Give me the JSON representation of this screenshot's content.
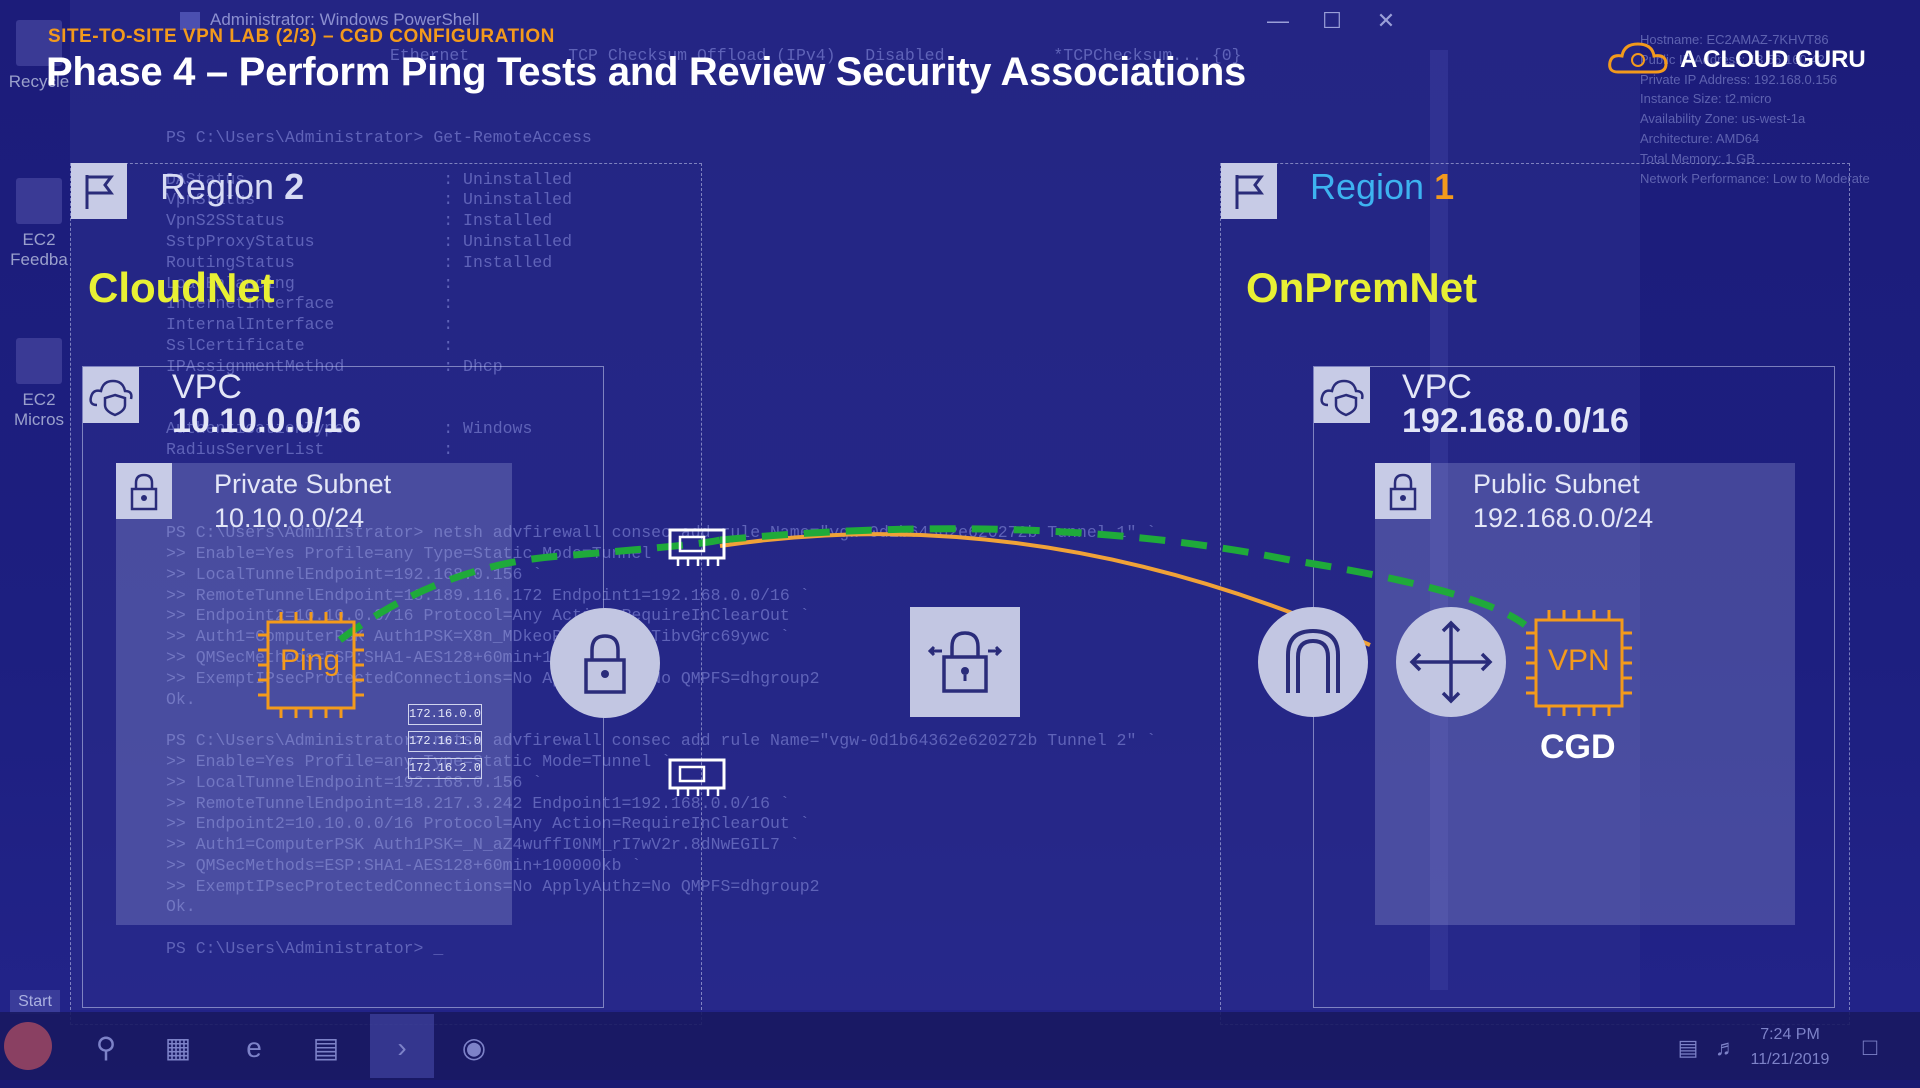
{
  "desktop": {
    "icons": [
      {
        "label": "Recycle"
      },
      {
        "label": "EC2 Feedba"
      },
      {
        "label": "EC2 Micros"
      }
    ],
    "start_label": "Start"
  },
  "powershell": {
    "title": "Administrator: Windows PowerShell",
    "header_fragment": "Ethernet          TCP Checksum Offload (IPv4)   Disabled           *TCPChecksum... {0}",
    "lines": [
      "PS C:\\Users\\Administrator> Get-RemoteAccess",
      "",
      "DAStatus                    : Uninstalled",
      "VpnStatus                   : Uninstalled",
      "VpnS2SStatus                : Installed",
      "SstpProxyStatus             : Uninstalled",
      "RoutingStatus               : Installed",
      "LoadBalancing               :",
      "InternetInterface           :",
      "InternalInterface           :",
      "SslCertificate              :",
      "IPAssignmentMethod          : Dhcp",
      "",
      "",
      "AuthenticationType          : Windows",
      "RadiusServerList            :",
      "",
      "",
      "",
      "PS C:\\Users\\Administrator> netsh advfirewall consec add rule Name=\"vgw-0d1b64362e620272b Tunnel 1\" `",
      ">> Enable=Yes Profile=any Type=Static Mode=Tunnel `",
      ">> LocalTunnelEndpoint=192.168.0.156 `",
      ">> RemoteTunnelEndpoint=18.189.116.172 Endpoint1=192.168.0.0/16 `",
      ">> Endpoint2=10.10.0.0/16 Protocol=Any Action=RequireInClearOut `",
      ">> Auth1=ComputerPSK Auth1PSK=X8n_MDkeoPvJ1yWd6k5TibvGrc69ywc `",
      ">> QMSecMethods=ESP:SHA1-AES128+60min+100000kb `",
      ">> ExemptIPsecProtectedConnections=No ApplyAuthz=No QMPFS=dhgroup2",
      "Ok.",
      "",
      "PS C:\\Users\\Administrator> netsh advfirewall consec add rule Name=\"vgw-0d1b64362e620272b Tunnel 2\" `",
      ">> Enable=Yes Profile=any Type=Static Mode=Tunnel `",
      ">> LocalTunnelEndpoint=192.168.0.156 `",
      ">> RemoteTunnelEndpoint=18.217.3.242 Endpoint1=192.168.0.0/16 `",
      ">> Endpoint2=10.10.0.0/16 Protocol=Any Action=RequireInClearOut `",
      ">> Auth1=ComputerPSK Auth1PSK=_N_aZ4wuffI0NM_rI7wV2r.8dNwEGIL7 `",
      ">> QMSecMethods=ESP:SHA1-AES128+60min+100000kb `",
      ">> ExemptIPsecProtectedConnections=No ApplyAuthz=No QMPFS=dhgroup2",
      "Ok.",
      "",
      "PS C:\\Users\\Administrator> _"
    ]
  },
  "system_info": [
    "Hostname: EC2AMAZ-7KHVT86",
    "Public IP Address: 13.56.160.42",
    "Private IP Address: 192.168.0.156",
    "Instance Size: t2.micro",
    "Availability Zone: us-west-1a",
    "Architecture: AMD64",
    "Total Memory: 1 GB",
    "Network Performance: Low to Moderate"
  ],
  "taskbar": {
    "time": "7:24 PM",
    "date": "11/21/2019"
  },
  "slide": {
    "tag": "SITE-TO-SITE VPN LAB (2/3) – CGD CONFIGURATION",
    "title": "Phase 4 – Perform Ping Tests and Review Security Associations",
    "brand": "A CLOUD GURU",
    "regions": [
      {
        "label": "Region",
        "number": "2",
        "network": "CloudNet",
        "vpc_label": "VPC",
        "vpc_cidr": "10.10.0.0/16",
        "subnet_name": "Private Subnet",
        "subnet_cidr": "10.10.0.0/24"
      },
      {
        "label": "Region",
        "number": "1",
        "network": "OnPremNet",
        "vpc_label": "VPC",
        "vpc_cidr": "192.168.0.0/16",
        "subnet_name": "Public Subnet",
        "subnet_cidr": "192.168.0.0/24"
      }
    ],
    "ping_label": "Ping",
    "vpn_label": "VPN",
    "cgd_label": "CGD",
    "route_table": [
      "172.16.0.0",
      "172.16.1.0",
      "172.16.2.0"
    ]
  },
  "colors": {
    "background": "#1a1a72",
    "accent_orange": "#f39a1c",
    "tunnel_green": "#1faa3a",
    "network_yellow": "#e8f034",
    "region1_blue": "#3db3f0"
  },
  "icons": [
    "flag-icon",
    "cloud-shield-icon",
    "lock-icon",
    "chip-icon",
    "router-icon",
    "gateway-icon",
    "network-card-icon",
    "search-icon",
    "powershell-icon",
    "edge-icon",
    "folder-icon"
  ]
}
